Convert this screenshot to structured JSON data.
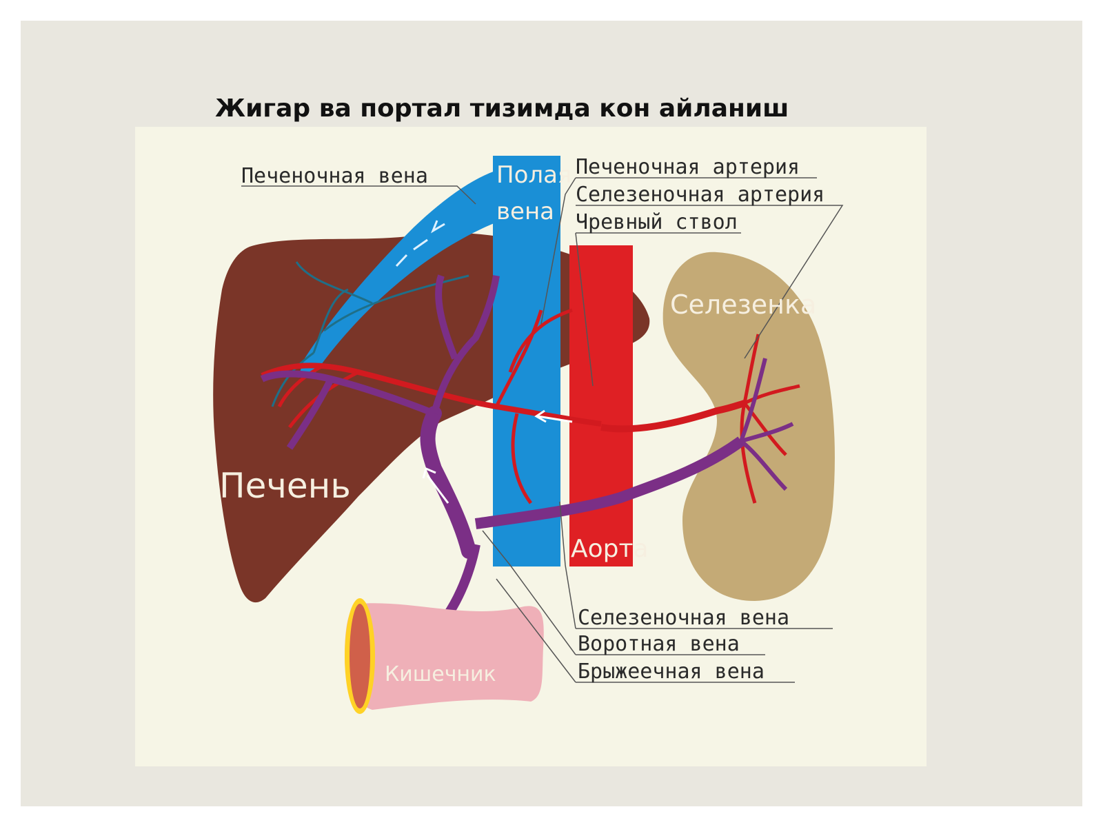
{
  "slide": {
    "title": "Жигар ва портал тизимда кон айланиш тизими"
  },
  "diagram": {
    "callouts": {
      "hepatic_vein": "Печеночная вена",
      "hepatic_artery": "Печеночная артерия",
      "splenic_artery": "Селезеночная артерия",
      "celiac_trunk": "Чревный ствол",
      "splenic_vein": "Селезеночная вена",
      "portal_vein": "Воротная вена",
      "mesenteric_vein": "Брыжеечная вена"
    },
    "organs": {
      "vena_cava_line1": "Полая",
      "vena_cava_line2": "вена",
      "aorta": "Аорта",
      "liver": "Печень",
      "spleen": "Селезенка",
      "intestine": "Кишечник"
    },
    "colors": {
      "liver": "#7a3528",
      "vena_cava": "#1a8fd6",
      "aorta": "#df2024",
      "portal_system": "#7b2f86",
      "spleen": "#c4aa76",
      "intestine": "#efb0b8",
      "background": "#f6f5e6"
    }
  }
}
